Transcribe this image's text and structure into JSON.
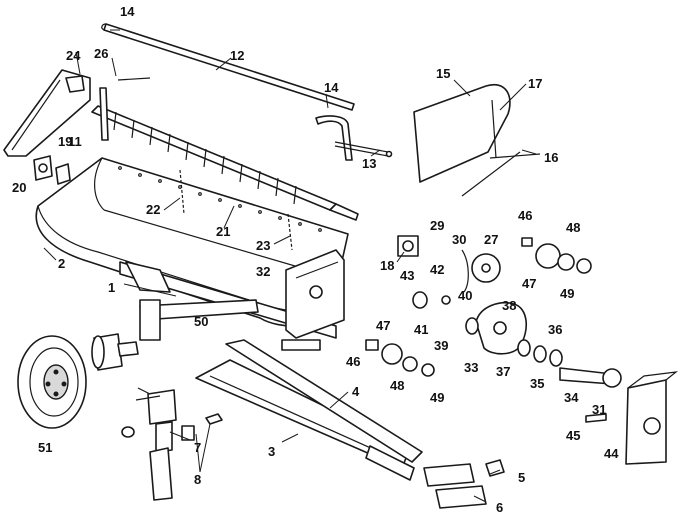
{
  "diagram": {
    "callouts": [
      {
        "id": "c1",
        "label": "1"
      },
      {
        "id": "c2",
        "label": "2"
      },
      {
        "id": "c3",
        "label": "3"
      },
      {
        "id": "c4",
        "label": "4"
      },
      {
        "id": "c5",
        "label": "5"
      },
      {
        "id": "c6",
        "label": "6"
      },
      {
        "id": "c7",
        "label": "7"
      },
      {
        "id": "c8",
        "label": "8"
      },
      {
        "id": "c11",
        "label": "11"
      },
      {
        "id": "c12",
        "label": "12"
      },
      {
        "id": "c13",
        "label": "13"
      },
      {
        "id": "c14a",
        "label": "14"
      },
      {
        "id": "c14b",
        "label": "14"
      },
      {
        "id": "c15",
        "label": "15"
      },
      {
        "id": "c16",
        "label": "16"
      },
      {
        "id": "c17",
        "label": "17"
      },
      {
        "id": "c18",
        "label": "18"
      },
      {
        "id": "c19",
        "label": "19"
      },
      {
        "id": "c20",
        "label": "20"
      },
      {
        "id": "c21",
        "label": "21"
      },
      {
        "id": "c22",
        "label": "22"
      },
      {
        "id": "c23",
        "label": "23"
      },
      {
        "id": "c24",
        "label": "24"
      },
      {
        "id": "c26",
        "label": "26"
      },
      {
        "id": "c27",
        "label": "27"
      },
      {
        "id": "c29",
        "label": "29"
      },
      {
        "id": "c30",
        "label": "30"
      },
      {
        "id": "c31",
        "label": "31"
      },
      {
        "id": "c32",
        "label": "32"
      },
      {
        "id": "c33",
        "label": "33"
      },
      {
        "id": "c34",
        "label": "34"
      },
      {
        "id": "c35",
        "label": "35"
      },
      {
        "id": "c36",
        "label": "36"
      },
      {
        "id": "c37",
        "label": "37"
      },
      {
        "id": "c38",
        "label": "38"
      },
      {
        "id": "c39",
        "label": "39"
      },
      {
        "id": "c40",
        "label": "40"
      },
      {
        "id": "c41",
        "label": "41"
      },
      {
        "id": "c42",
        "label": "42"
      },
      {
        "id": "c43",
        "label": "43"
      },
      {
        "id": "c44",
        "label": "44"
      },
      {
        "id": "c45",
        "label": "45"
      },
      {
        "id": "c46a",
        "label": "46"
      },
      {
        "id": "c46b",
        "label": "46"
      },
      {
        "id": "c47a",
        "label": "47"
      },
      {
        "id": "c47b",
        "label": "47"
      },
      {
        "id": "c48a",
        "label": "48"
      },
      {
        "id": "c48b",
        "label": "48"
      },
      {
        "id": "c49a",
        "label": "49"
      },
      {
        "id": "c49b",
        "label": "49"
      },
      {
        "id": "c50",
        "label": "50"
      },
      {
        "id": "c51",
        "label": "51"
      }
    ]
  }
}
